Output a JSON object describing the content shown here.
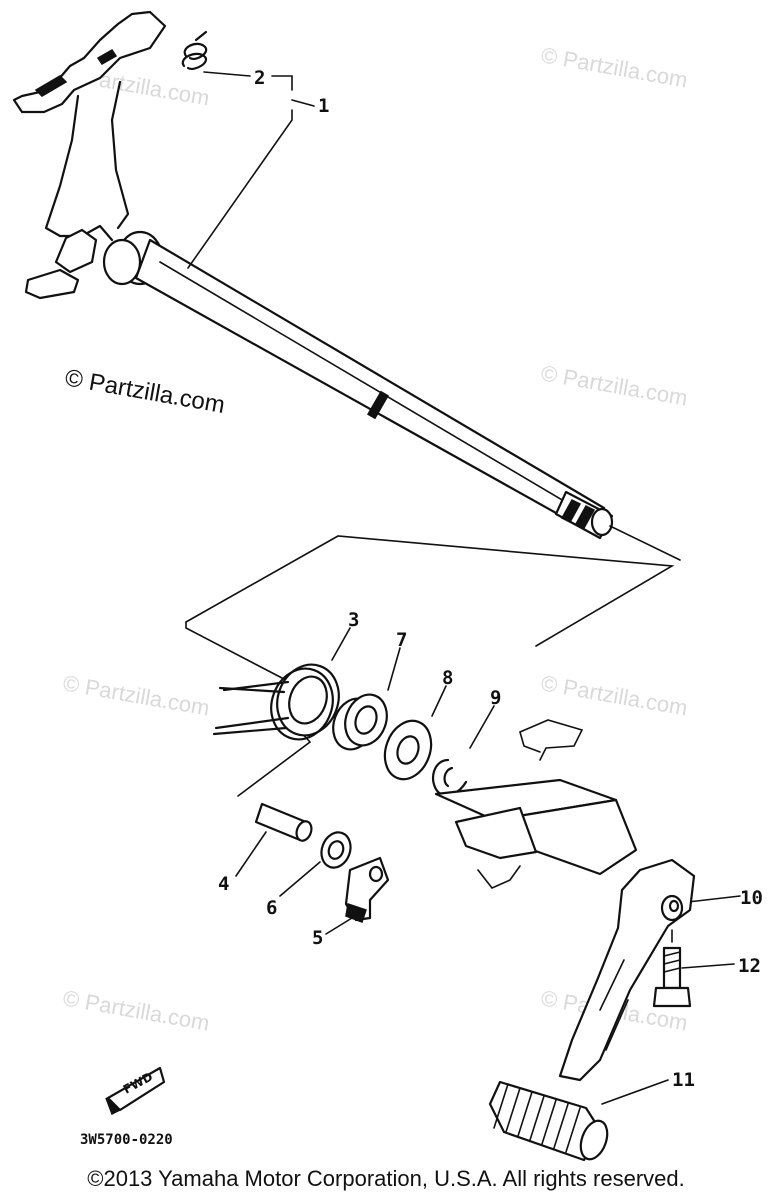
{
  "diagram": {
    "callouts": [
      "1",
      "2",
      "3",
      "4",
      "5",
      "6",
      "7",
      "8",
      "9",
      "10",
      "11",
      "12"
    ],
    "drawing_code": "3W5700-0220",
    "fwd_label": "FWD",
    "watermarks": [
      "© Partzilla.com",
      "© Partzilla.com",
      "© Partzilla.com",
      "© Partzilla.com",
      "© Partzilla.com",
      "© Partzilla.com",
      "© Partzilla.com",
      "© Partzilla.com"
    ]
  },
  "footer": {
    "copyright": "©2013  Yamaha Motor Corporation, U.S.A. All rights reserved."
  }
}
